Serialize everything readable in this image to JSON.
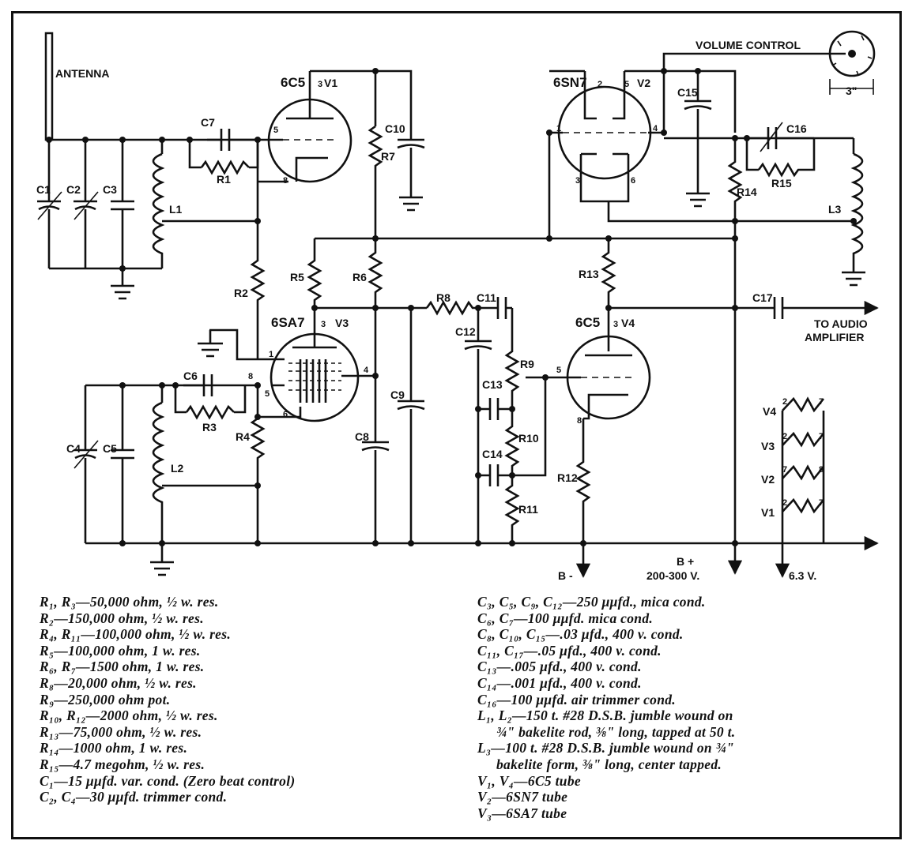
{
  "labels": {
    "antenna": "ANTENNA",
    "volume_control": "VOLUME CONTROL",
    "to_audio_amplifier_line1": "TO AUDIO",
    "to_audio_amplifier_line2": "AMPLIFIER",
    "b_minus": "B -",
    "b_plus_line1": "B +",
    "b_plus_line2": "200-300 V.",
    "heater_voltage": "6.3 V.",
    "volume_dim": "3\""
  },
  "tubes": {
    "v1": {
      "type": "6C5",
      "id": "V1"
    },
    "v2": {
      "type": "6SN7",
      "id": "V2"
    },
    "v3": {
      "type": "6SA7",
      "id": "V3"
    },
    "v4": {
      "type": "6C5",
      "id": "V4"
    }
  },
  "components": {
    "c1": "C1",
    "c2": "C2",
    "c3": "C3",
    "c4": "C4",
    "c5": "C5",
    "c6": "C6",
    "c7": "C7",
    "c8": "C8",
    "c9": "C9",
    "c10": "C10",
    "c11": "C11",
    "c12": "C12",
    "c13": "C13",
    "c14": "C14",
    "c15": "C15",
    "c16": "C16",
    "c17": "C17",
    "r1": "R1",
    "r2": "R2",
    "r3": "R3",
    "r4": "R4",
    "r5": "R5",
    "r6": "R6",
    "r7": "R7",
    "r8": "R8",
    "r9": "R9",
    "r10": "R10",
    "r11": "R11",
    "r12": "R12",
    "r13": "R13",
    "r14": "R14",
    "r15": "R15",
    "l1": "L1",
    "l2": "L2",
    "l3": "L3"
  },
  "heater_rows": [
    {
      "tube": "V4",
      "pin_a": "2",
      "pin_b": "7"
    },
    {
      "tube": "V3",
      "pin_a": "2",
      "pin_b": "7"
    },
    {
      "tube": "V2",
      "pin_a": "7",
      "pin_b": "8"
    },
    {
      "tube": "V1",
      "pin_a": "2",
      "pin_b": "7"
    }
  ],
  "parts_list_left": [
    "R₁, R₃—50,000 ohm, ½ w. res.",
    "R₂—150,000 ohm, ½ w. res.",
    "R₄, R₁₁—100,000 ohm, ½ w. res.",
    "R₅—100,000 ohm, 1 w. res.",
    "R₆, R₇—1500 ohm, 1 w. res.",
    "R₈—20,000 ohm, ½ w. res.",
    "R₉—250,000 ohm pot.",
    "R₁₀, R₁₂—2000 ohm, ½ w. res.",
    "R₁₃—75,000 ohm, ½ w. res.",
    "R₁₄—1000 ohm, 1 w. res.",
    "R₁₅—4.7 megohm, ½ w. res.",
    "C₁—15 μμfd. var. cond. (Zero beat control)",
    "C₂, C₄—30 μμfd. trimmer cond."
  ],
  "parts_list_right": [
    "C₃, C₅, C₉, C₁₂—250 μμfd., mica cond.",
    "C₆, C₇—100 μμfd. mica cond.",
    "C₈, C₁₀, C₁₅—.03 μfd., 400 v. cond.",
    "C₁₁, C₁₇—.05 μfd., 400 v. cond.",
    "C₁₃—.005 μfd., 400 v. cond.",
    "C₁₄—.001 μfd., 400 v. cond.",
    "C₁₆—100 μμfd. air trimmer cond.",
    "L₁, L₂—150 t. #28 D.S.B. jumble wound on",
    "¾\" bakelite rod, ⅜\" long, tapped at 50 t.",
    "L₃—100 t. #28 D.S.B. jumble wound on ¾\"",
    "bakelite form, ⅜\" long, center tapped.",
    "V₁, V₄—6C5 tube",
    "V₂—6SN7 tube",
    "V₃—6SA7 tube"
  ]
}
